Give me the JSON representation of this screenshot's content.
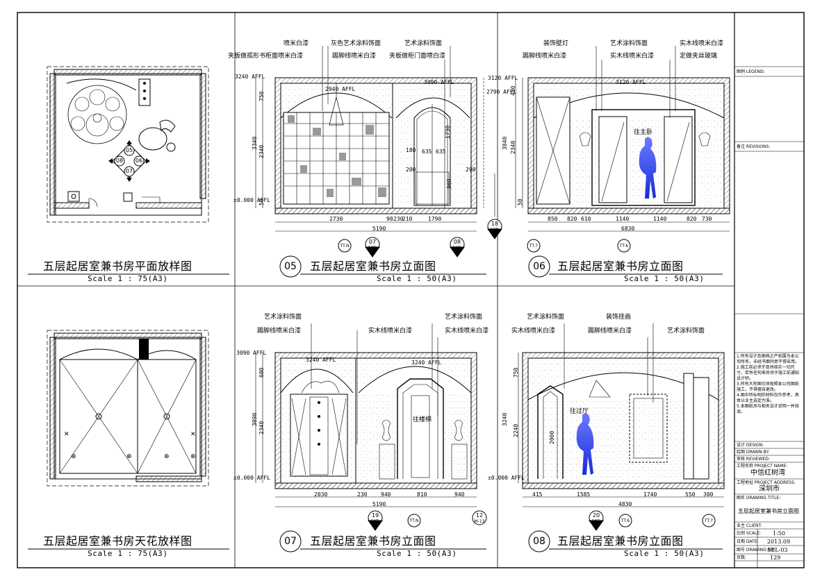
{
  "panels": [
    {
      "id": "p1",
      "num": "",
      "title": "五层起居室兼书房平面放样图",
      "scale": "Scale 1 : 75(A3)"
    },
    {
      "id": "p2",
      "num": "05",
      "title": "五层起居室兼书房立面图",
      "scale": "Scale 1 : 50(A3)"
    },
    {
      "id": "p3",
      "num": "06",
      "title": "五层起居室兼书房立面图",
      "scale": "Scale 1 : 50(A3)"
    },
    {
      "id": "p4",
      "num": "",
      "title": "五层起居室兼书房天花放样图",
      "scale": "Scale 1 : 75(A3)"
    },
    {
      "id": "p5",
      "num": "07",
      "title": "五层起居室兼书房立面图",
      "scale": "Scale 1 : 50(A3)"
    },
    {
      "id": "p6",
      "num": "08",
      "title": "五层起居室兼书房立面图",
      "scale": "Scale 1 : 50(A3)"
    }
  ],
  "plan_tags": [
    "05",
    "08",
    "06",
    "07"
  ],
  "elev05": {
    "labels_left": [
      "喷米白漆",
      "夹板做孤形书柜面喷米白漆"
    ],
    "labels_mid": [
      "灰色艺术涂料饰面",
      "踢脚线喷米白漆"
    ],
    "labels_right": [
      "艺术涂料饰面",
      "夹板做柜门面喷白漆"
    ],
    "levels": [
      "3240 AFFL",
      "±0.000 AFFL",
      "2940 AFFL",
      "3090 AFFL"
    ],
    "vdims": [
      "750",
      "3340",
      "2340",
      "50"
    ],
    "hdims": [
      "2730",
      "90",
      "230",
      "210",
      "1790"
    ],
    "total": "5190",
    "inner_dims": [
      "635",
      "635",
      "180",
      "960",
      "1730",
      "200",
      "290"
    ],
    "tags": [
      {
        "a": "07",
        "b": "50T-04"
      },
      {
        "a": "08",
        "b": "50T-04"
      },
      {
        "a": "18",
        "b": "50T-15"
      }
    ],
    "axes": [
      "TT.N"
    ]
  },
  "elev06": {
    "labels_left": [
      "装饰壁灯",
      "踢脚线喷米白漆"
    ],
    "labels_mid": [
      "艺术涂料饰面",
      "实木线喷米白漆"
    ],
    "labels_right": [
      "实木线喷米白漆",
      "定做夹丝玻璃"
    ],
    "levels": [
      "3120 AFFL",
      "2790 AFFL",
      "3120 AFFL"
    ],
    "vdims": [
      "450",
      "3840",
      "2340",
      "50"
    ],
    "hdims": [
      "850",
      "820",
      "610",
      "1140",
      "1140",
      "820",
      "730"
    ],
    "total": "6830",
    "note": "往主卧",
    "axes": [
      "TT.7",
      "TT.6"
    ]
  },
  "elev07": {
    "labels_left": [
      "艺术涂料饰面",
      "踢脚线喷米白漆"
    ],
    "labels_mid": [
      "实木线喷米白漆"
    ],
    "labels_right": [
      "艺术涂料饰面",
      "实木线喷米白漆"
    ],
    "levels": [
      "3090 AFFL",
      "3240 AFFL",
      "3240 AFFL",
      "±0.000 AFFL"
    ],
    "vdims": [
      "600",
      "3090",
      "2340"
    ],
    "hdims": [
      "2030",
      "230",
      "940",
      "810",
      "940"
    ],
    "total": "5190",
    "note": "往楼梯",
    "tags": [
      {
        "a": "19",
        "b": "50T-14"
      },
      {
        "a": "12",
        "b": "M-13"
      }
    ],
    "axes": [
      "TT.N"
    ]
  },
  "elev08": {
    "labels_left": [
      "艺术涂料饰面",
      "实木线喷米白漆"
    ],
    "labels_mid": [
      "装饰挂画",
      "踢脚线喷米白漆"
    ],
    "labels_right": [
      "艺术涂料饰面"
    ],
    "levels": [
      "±0.000 AFFL"
    ],
    "vdims": [
      "750",
      "3240",
      "2240",
      "2000"
    ],
    "hdims": [
      "415",
      "1585",
      "1740",
      "550",
      "300"
    ],
    "total": "4830",
    "note": "往过厅",
    "tags": [
      {
        "a": "20",
        "b": "50T-15"
      }
    ],
    "axes": [
      "TT.6",
      "TT.7"
    ]
  },
  "titleblock": {
    "rows_top": [
      "图例 LEGEND:",
      "备注 REVISIONS:"
    ],
    "notes": "1.所有设计及图档之产权属为本公司所有，未经书面同意不得采用。\n2.施工前必须于现场核实一切尺寸，若有任何差异须于施工前通知设计师。\n3.所有大样图均须按照本公司图纸施工，不得擅自更改。\n4.图中所标明的材料仅作参考，具体以业主选定为准。\n5.本图纸须与相关设计说明一并阅读。",
    "design": "设计 DESIGN:",
    "drawn": "绘图 DRAWN BY:",
    "check": "审核 REVIEWED:",
    "project_label": "工程名称 PROJECT NAME:",
    "project": "中信红树湾",
    "address_label": "工程地址 PROJECT ADDRESS:",
    "address": "深圳市",
    "drawing_label": "图名 DRAWING TITLE:",
    "drawing": "五层起居室兼书房立面图",
    "client": "业主 CLIENT:",
    "scale_label": "比例 SCALE:",
    "scale": "1:50",
    "date_label": "日期 DATE:",
    "date": "2013.09",
    "no_label": "图号 DRAWING NO:",
    "no": "SEL-03",
    "page_label": "页数:",
    "page": "129"
  }
}
